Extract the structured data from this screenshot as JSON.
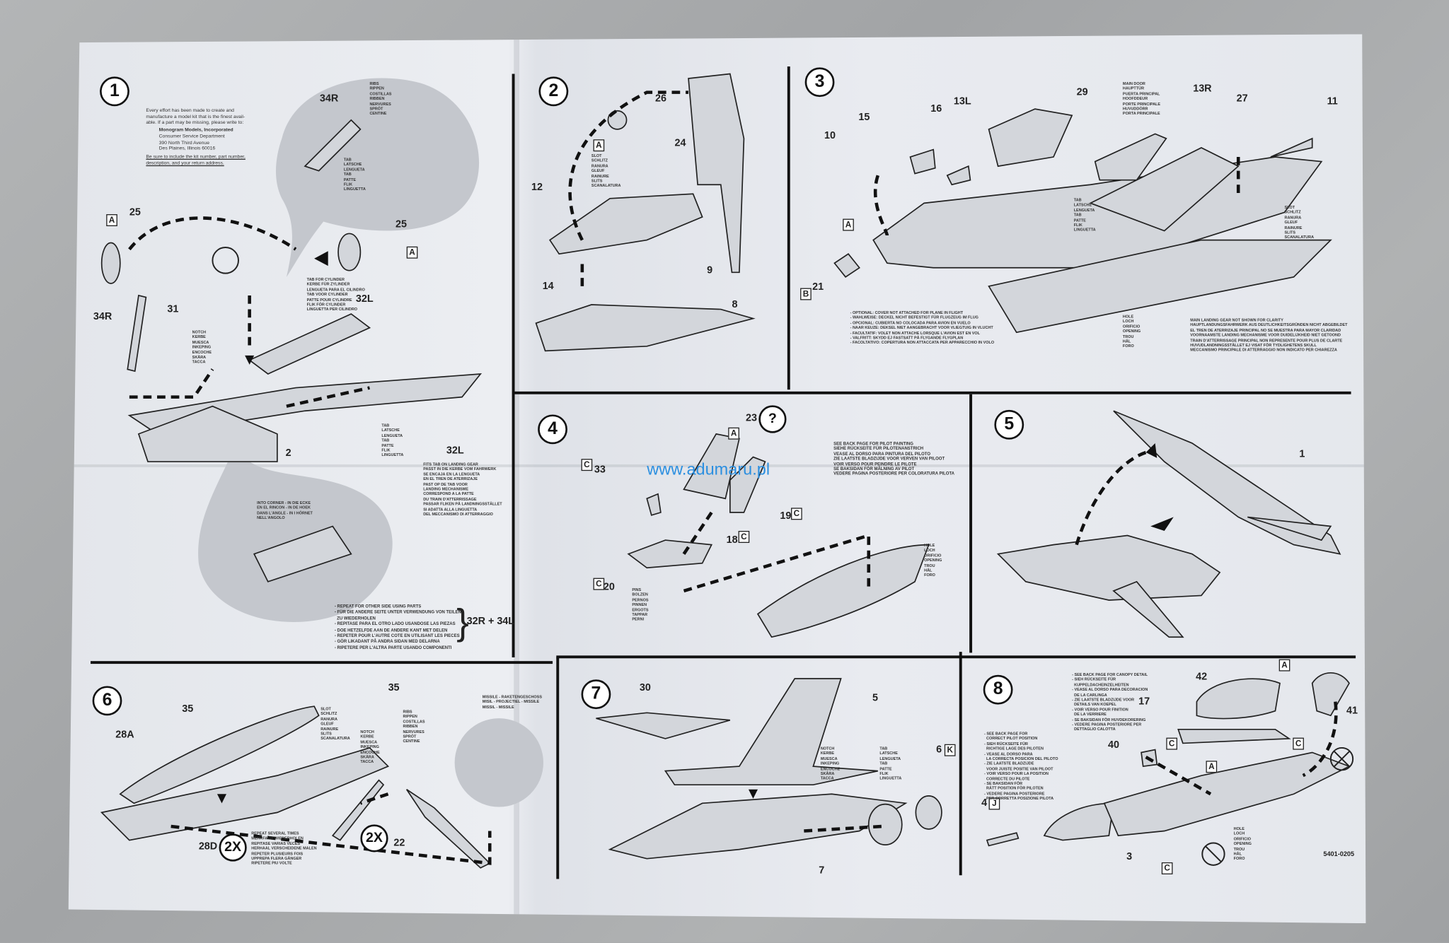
{
  "watermark": "www.adumaru.pl",
  "doc_code": "5401-0205",
  "intro": {
    "text": "Every effort has been made to create and\nmanufacture a model kit that is the finest avail-\nable. If a part may be missing, please write to:",
    "company": "Monogram Models, Incorporated",
    "address": "Consumer Service Department\n390 North Third Avenue\nDes Plaines, Illinois 60016",
    "footer": "Be sure to include the kit number, part number,\ndescription, and your return address."
  },
  "steps": [
    "1",
    "2",
    "3",
    "4",
    "5",
    "6",
    "7",
    "8"
  ],
  "panel1": {
    "labels": [
      "34R",
      "34R",
      "25",
      "25",
      "31",
      "32L",
      "32L",
      "2"
    ],
    "boxes": [
      "A",
      "A"
    ],
    "tab_note": "TAB\nLATSCHE\nLENGUETA\nTAB\nPATTE\nFLIK\nLINGUETTA",
    "ribs_note": "RIBS\nRIPPEN\nCOSTILLAS\nRIBBEN\nNERVURES\nSPRÖT\nCENTINE",
    "notch_note": "NOTCH\nKERBE\nMUESCA\nINKEPING\nENCOCHE\nSKÅRA\nTACCA",
    "cylinder_note": "TAB FOR CYLINDER\nKERBE FÜR ZYLINDER\nLENGUETA PARA EL CILINDRO\nTAB VOOR CYLINDER\nPATTE POUR CYLINDRE\nFLIK FÖR CYLINDER\nLINGUETTA PER CILINDRO",
    "corner_note": "INTO CORNER - IN DIE ECKE\nEN EL RINCON - IN DE HOEK\nDANS L'ANGLE - IN I HÖRNET\nNELL'ANGOLO",
    "gear_note": "FITS TAB ON LANDING GEAR\nPASST IN DIE KERBE VOM FAHRWERK\nSE ENCAJA EN LA LENGUETA\nEN EL TREN DE ATERRIZAJE\nPAST OP DE TAB VOOR\nLANDING MECHANISME\nCORRESPOND A LA PATTE\nDU TRAIN D'ATTERRISSAGE\nPASSAR FLIKEN PÅ LANDNINGSSTÄLLET\nSI ADATTA ALLA LINGUETTA\nDEL MECCANISMO DI ATTERRAGGIO",
    "repeat_note": "- REPEAT FOR OTHER SIDE USING PARTS\n- FÜR DIE ANDERE SEITE UNTER VERWENDUNG VON TEILEN\n  ZU WIEDERHOLEN\n- REPITASE PARA EL OTRO LADO USANDOSE LAS PIEZAS\n- DOE HETZELFDE AAN DE ANDERE KANT MET DELEN\n- REPETER POUR L'AUTRE COTE EN UTILISANT LES PIECES\n- GÖR LIKADANT PÅ ANDRA SIDAN MED DELARNA\n- RIPETERE PER L'ALTRA PARTE USANDO COMPONENTI",
    "repeat_parts": "32R + 34L"
  },
  "panel2": {
    "labels": [
      "26",
      "24",
      "12",
      "14",
      "9",
      "8"
    ],
    "boxes": [
      "A"
    ],
    "slot_note": "SLOT\nSCHLITZ\nRANURA\nGLEUF\nRAINURE\nSLITS\nSCANALATURA"
  },
  "panel3": {
    "labels": [
      "10",
      "15",
      "16",
      "13L",
      "29",
      "13R",
      "27",
      "11",
      "21"
    ],
    "boxes": [
      "A",
      "B"
    ],
    "cover_note": "- OPTIONAL: COVER NOT ATTACHED FOR PLANE IN FLIGHT\n- WAHLWEISE: DECKEL NICHT BEFESTIGT FÜR FLUGZEUG IM FLUG\n- OPCIONAL: CUBIERTA NO COLOCADA PARA AVION EN VUELO\n- NAAR KEUZE: DEKSEL NIET AANGEBRACHT VOOR VLIEGTUIG IN VLUCHT\n- FACULTATIF: VOLET NON ATTACHE LORSQUE L'AVION EST EN VOL\n- VALFRITT: SKYDD EJ FASTSATT PÅ FLYGANDE FLYGPLAN\n- FACOLTATIVO: COPERTURA NON ATTACCATA PER APPARECCHIO IN VOLO",
    "gear_note": "MAIN LANDING GEAR NOT SHOWN FOR CLARITY\nHAUPTLANDUNGSFAHRWERK AUS DEUTLICHKEITSGRÜNDEN NICHT ABGEBILDET\nEL TREN DE ATERRIZAJE PRINCIPAL NO SE MUESTRA PARA MAYOR CLARIDAD\nVOORNAAMSTE LANDING MECHANISME VOOR DUIDELIJKHEID NIET GETOOND\nTRAIN D'ATTERRISSAGE PRINCIPAL NON REPRESENTE POUR PLUS DE CLARTE\nHUVUDLANDNINGSSTÄLLET EJ VISAT FÖR TYDLIGHETENS SKULL\nMECCANISMO PRINCIPALE DI ATTERRAGGIO NON INDICATO PER CHIAREZZA",
    "door_note": "MAIN DOOR\nHAUPTTÜR\nPUERTA PRINCIPAL\nHOOFDDEUR\nPORTE PRINCIPALE\nHUVUDDÖRR\nPORTA PRINCIPALE",
    "hole_note": "HOLE\nLOCH\nORIFICIO\nOPENING\nTROU\nHÅL\nFORO"
  },
  "panel4": {
    "labels": [
      "23",
      "33",
      "18",
      "19",
      "20"
    ],
    "boxes": [
      "A",
      "C",
      "C",
      "C",
      "C"
    ],
    "question": "?",
    "pilot_note": "SEE BACK PAGE FOR PILOT PAINTING\nSIEHE RÜCKSEITE FÜR PILOTENANSTRICH\nVEASE AL DORSO PARA PINTURA DEL PILOTO\nZIE LAATSTE BLADZIJDE VOOR VERVEN VAN PILOOT\nVOIR VERSO POUR PEINDRE LE PILOTE\nSE BAKSIDAN FÖR MÅLNING AV PILOT\nVEDERE PAGINA POSTERIORE PER COLORATURA PILOTA",
    "pins_note": "PINS\nBOLZEN\nPERNOS\nPINNEN\nERGOTS\nTAPPAR\nPERNI"
  },
  "panel5": {
    "labels": [
      "1"
    ]
  },
  "panel6": {
    "labels": [
      "35",
      "35",
      "28A",
      "28D",
      "22"
    ],
    "multipliers": [
      "2X",
      "2X"
    ],
    "missile_note": "MISSILE - RAKETENGESCHOSS\nMISIL - PROJECTIEL - MISSILE\nMISSIL - MISSILE",
    "repeat_note": "REPEAT SEVERAL TIMES\nMEHRFACH WIEDERHOLEN\nREPITASE VARIAS VECES\nHERHAAL VERSCHEIDENE MALEN\nREPETER PLUSIEURS FOIS\nUPPREPA FLERA GÅNGER\nRIPETERE PIU VOLTE"
  },
  "panel7": {
    "labels": [
      "30",
      "5",
      "6",
      "7"
    ],
    "boxes": [
      "K"
    ]
  },
  "panel8": {
    "labels": [
      "42",
      "41",
      "17",
      "40",
      "4",
      "3"
    ],
    "boxes": [
      "A",
      "C",
      "C",
      "A",
      "J",
      "C"
    ],
    "canopy_note": "- SEE BACK PAGE FOR CANOPY DETAIL\n- SIEH RÜCKSEITE FÜR\n  KUPPELDACHEINZELHEITEN\n- VEASE AL DORSO PARA DECORACION\n  DE LA CARLINGA\n- ZIE LAATSTE BLADZIJDE VOOR\n  DETAILS VAN KOEPEL\n- VOIR VERSO POUR FINITION\n  DE LA VERRIERE\n- SE BAKSIDAN FÖR HUVDEKORERING\n- VEDERE PAGINA POSTERIORE PER\n  DETTAGLIO CALOTTA",
    "pilot_note": "- SEE BACK PAGE FOR\n  CORRECT PILOT POSITION\n- SIEH RÜCKSEITE FÜR\n  RICHTIGE LAGE DES PILOTEN\n- VEASE AL DORSO PARA\n  LA CORRECTA POSICION DEL PILOTO\n- ZIE LAATSTE BLADZIJDE\n  VOOR JUISTE POSITIE VAN PILOOT\n- VOIR VERSO POUR LA POSITION\n  CORRECTE DU PILOTE\n- SE BAKSIDAN FÖR\n  RÄTT POSITION FÖR PILOTEN\n- VEDERE PAGINA POSTERIORE\n  PER CORRETTA POSIZIONE PILOTA"
  }
}
